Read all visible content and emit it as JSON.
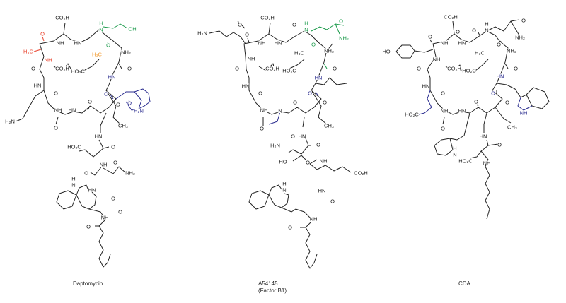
{
  "colors": {
    "black": "#222222",
    "red": "#e8402a",
    "green": "#1a9a4a",
    "orange": "#f29a2e",
    "blue": "#2b2d8f"
  },
  "molecules": [
    {
      "name": "Daptomycin",
      "caption": [
        "Daptomycin"
      ],
      "labels": [
        [
          "CO₂H",
          "black"
        ],
        [
          "NH",
          "black"
        ],
        [
          "HN",
          "black"
        ],
        [
          "O",
          "red"
        ],
        [
          "H₃C",
          "red"
        ],
        [
          "NH",
          "red"
        ],
        [
          "CO₂H",
          "black"
        ],
        [
          "O",
          "black"
        ],
        [
          "HO₂C",
          "black"
        ],
        [
          "NH₂",
          "black"
        ],
        [
          "H₃C",
          "orange"
        ],
        [
          "H",
          "green"
        ],
        [
          "N",
          "green"
        ],
        [
          "OH",
          "green"
        ],
        [
          "O",
          "green"
        ],
        [
          "O",
          "black"
        ],
        [
          "HN",
          "blue"
        ],
        [
          "O",
          "blue"
        ],
        [
          "O",
          "blue"
        ],
        [
          "H₂N",
          "blue"
        ],
        [
          "HN",
          "black"
        ],
        [
          "O",
          "black"
        ],
        [
          "H₂N",
          "black"
        ],
        [
          "NH",
          "black"
        ],
        [
          "O",
          "black"
        ],
        [
          "HN",
          "black"
        ],
        [
          "O",
          "black"
        ],
        [
          "O",
          "black"
        ],
        [
          "CH₃",
          "black"
        ],
        [
          "HN",
          "black"
        ],
        [
          "HO₂C",
          "black"
        ],
        [
          "O",
          "black"
        ],
        [
          "NH",
          "black"
        ],
        [
          "O",
          "black"
        ],
        [
          "O",
          "black"
        ],
        [
          "NH₂",
          "black"
        ],
        [
          "HN",
          "black"
        ],
        [
          "O",
          "black"
        ],
        [
          "H",
          "black"
        ],
        [
          "N",
          "black"
        ],
        [
          "NH",
          "black"
        ],
        [
          "O",
          "black"
        ],
        [
          "O",
          "black"
        ]
      ]
    },
    {
      "name": "A54145",
      "caption": [
        "A54145",
        "(Factor B1)"
      ],
      "labels": [
        [
          "CO₂H",
          "black"
        ],
        [
          "O",
          "black"
        ],
        [
          "H₂N",
          "black"
        ],
        [
          "O",
          "black"
        ],
        [
          "NH",
          "black"
        ],
        [
          "HN",
          "black"
        ],
        [
          "O",
          "black"
        ],
        [
          "H",
          "green"
        ],
        [
          "N",
          "green"
        ],
        [
          "O",
          "green"
        ],
        [
          "NH₂",
          "green"
        ],
        [
          "O",
          "green"
        ],
        [
          "NH₂",
          "black"
        ],
        [
          "H₃C",
          "black"
        ],
        [
          "NH",
          "black"
        ],
        [
          "O",
          "black"
        ],
        [
          "CO₂H",
          "black"
        ],
        [
          "HO₂C",
          "black"
        ],
        [
          "O",
          "black"
        ],
        [
          "HN",
          "blue"
        ],
        [
          "HN",
          "black"
        ],
        [
          "O",
          "black"
        ],
        [
          "O",
          "blue"
        ],
        [
          "O",
          "black"
        ],
        [
          "O",
          "black"
        ],
        [
          "NH",
          "black"
        ],
        [
          "N",
          "black"
        ],
        [
          "O",
          "black"
        ],
        [
          "CH₃",
          "black"
        ],
        [
          "HN",
          "black"
        ],
        [
          "H₂N",
          "black"
        ],
        [
          "O",
          "black"
        ],
        [
          "O",
          "black"
        ],
        [
          "HO",
          "black"
        ],
        [
          "NH",
          "black"
        ],
        [
          "O",
          "black"
        ],
        [
          "CO₂H",
          "black"
        ],
        [
          "H",
          "black"
        ],
        [
          "N",
          "black"
        ],
        [
          "HN",
          "black"
        ],
        [
          "O",
          "black"
        ],
        [
          "NH",
          "black"
        ],
        [
          "O",
          "black"
        ]
      ]
    },
    {
      "name": "CDA",
      "caption": [
        "CDA"
      ],
      "labels": [
        [
          "CO₂H",
          "black"
        ],
        [
          "O",
          "black"
        ],
        [
          "O",
          "black"
        ],
        [
          "H",
          "black"
        ],
        [
          "N",
          "black"
        ],
        [
          "O",
          "black"
        ],
        [
          "NH₂",
          "black"
        ],
        [
          "O",
          "black"
        ],
        [
          "NH",
          "black"
        ],
        [
          "HN",
          "black"
        ],
        [
          "O",
          "black"
        ],
        [
          "HO",
          "black"
        ],
        [
          "NH₂",
          "black"
        ],
        [
          "H₃C",
          "black"
        ],
        [
          "NH",
          "black"
        ],
        [
          "O",
          "black"
        ],
        [
          "CO₂H",
          "black"
        ],
        [
          "HO₂C",
          "black"
        ],
        [
          "O",
          "black"
        ],
        [
          "HN",
          "blue"
        ],
        [
          "HN",
          "black"
        ],
        [
          "O",
          "black"
        ],
        [
          "O",
          "blue"
        ],
        [
          "O",
          "black"
        ],
        [
          "O",
          "black"
        ],
        [
          "HO₂C",
          "black"
        ],
        [
          "NH",
          "black"
        ],
        [
          "HN",
          "black"
        ],
        [
          "O",
          "black"
        ],
        [
          "CH₃",
          "black"
        ],
        [
          "NH",
          "blue"
        ],
        [
          "HN",
          "black"
        ],
        [
          "O",
          "black"
        ],
        [
          "H",
          "black"
        ],
        [
          "N",
          "black"
        ],
        [
          "HO₂C",
          "black"
        ],
        [
          "NH",
          "black"
        ]
      ]
    }
  ]
}
